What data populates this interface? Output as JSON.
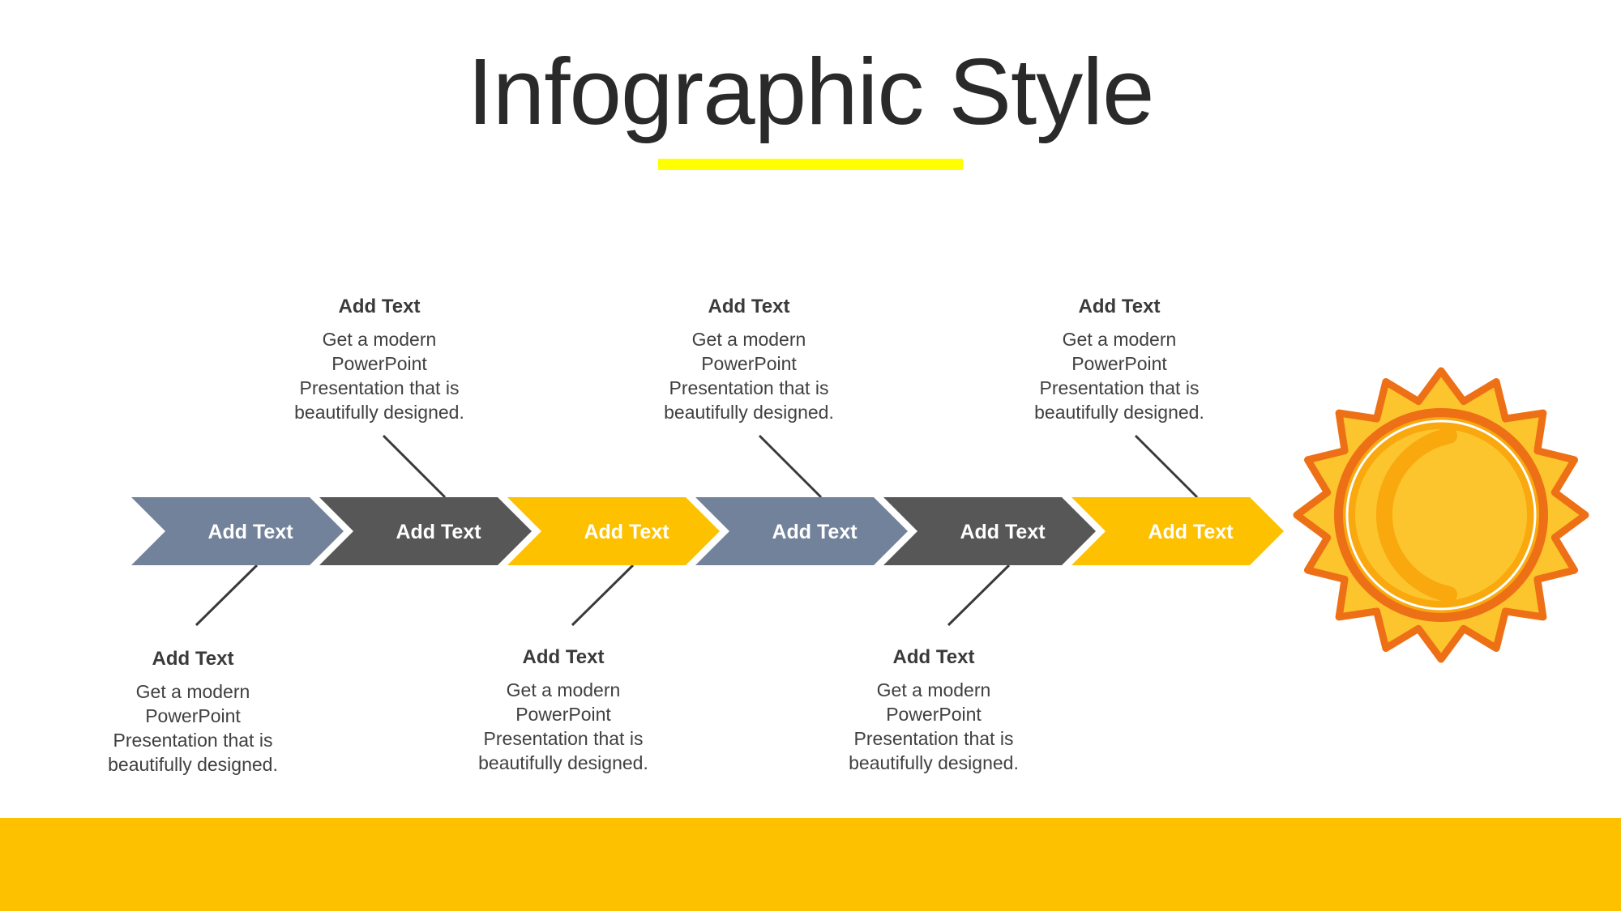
{
  "slide": {
    "title": "Infographic Style",
    "accent_color": "#ffff00",
    "footer_color": "#fdc100"
  },
  "arrows": [
    {
      "label": "Add Text",
      "color": "#72829a"
    },
    {
      "label": "Add Text",
      "color": "#575757"
    },
    {
      "label": "Add Text",
      "color": "#fdc100"
    },
    {
      "label": "Add Text",
      "color": "#72829a"
    },
    {
      "label": "Add Text",
      "color": "#575757"
    },
    {
      "label": "Add Text",
      "color": "#fdc100"
    }
  ],
  "notes": [
    {
      "heading": "Add Text",
      "lines": [
        "Get a modern",
        "PowerPoint",
        "Presentation that is",
        "beautifully designed."
      ]
    },
    {
      "heading": "Add Text",
      "lines": [
        "Get a modern",
        "PowerPoint",
        "Presentation that is",
        "beautifully designed."
      ]
    },
    {
      "heading": "Add Text",
      "lines": [
        "Get a modern",
        "PowerPoint",
        "Presentation that is",
        "beautifully designed."
      ]
    },
    {
      "heading": "Add Text",
      "lines": [
        "Get a modern",
        "PowerPoint",
        "Presentation that is",
        "beautifully designed."
      ]
    },
    {
      "heading": "Add Text",
      "lines": [
        "Get a modern",
        "PowerPoint",
        "Presentation that is",
        "beautifully designed."
      ]
    },
    {
      "heading": "Add Text",
      "lines": [
        "Get a modern",
        "PowerPoint",
        "Presentation that is",
        "beautifully designed."
      ]
    }
  ],
  "sun_icon": "sun-icon"
}
